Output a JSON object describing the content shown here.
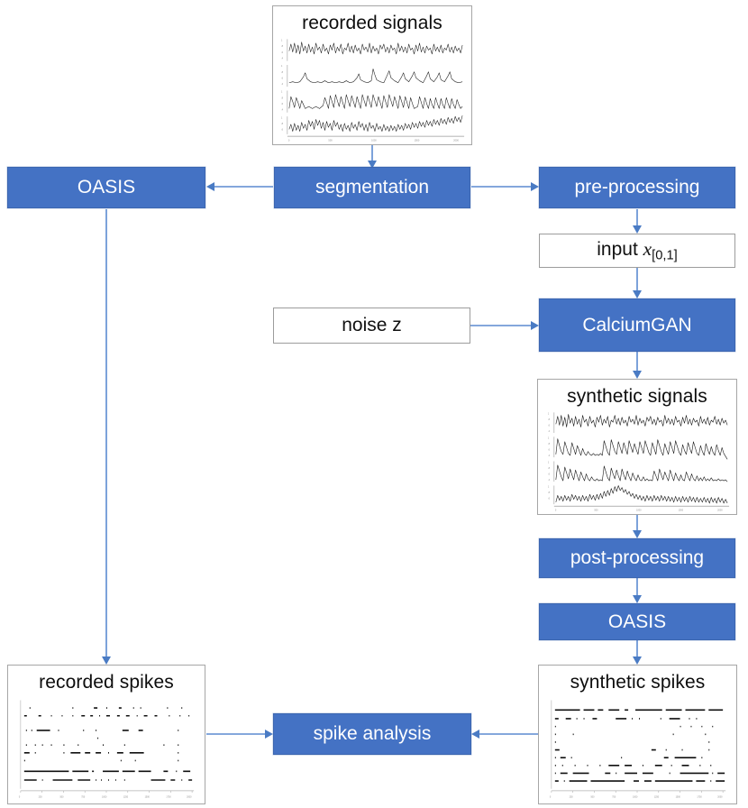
{
  "diagram": {
    "title": "CalciumGAN pipeline flowchart",
    "accent_color": "#4472C4",
    "arrow_color": "#5B8AD1",
    "panel_border_color": "#A6A6A6",
    "plain_border_color": "#9C9C9C"
  },
  "nodes": {
    "recorded_signals": {
      "label": "recorded signals",
      "type": "panel",
      "plot": "calcium-traces"
    },
    "segmentation": {
      "label": "segmentation",
      "type": "filled"
    },
    "oasis_left": {
      "label": "OASIS",
      "type": "filled"
    },
    "pre_processing": {
      "label": "pre-processing",
      "type": "filled"
    },
    "input_x": {
      "label_prefix": "input ",
      "label_var": "x",
      "label_sub": "[0,1]",
      "type": "plain"
    },
    "noise_z": {
      "label": "noise z",
      "type": "plain"
    },
    "calciumgan": {
      "label": "CalciumGAN",
      "type": "filled"
    },
    "synthetic_signals": {
      "label": "synthetic signals",
      "type": "panel",
      "plot": "calcium-traces"
    },
    "post_processing": {
      "label": "post-processing",
      "type": "filled"
    },
    "oasis_right": {
      "label": "OASIS",
      "type": "filled"
    },
    "recorded_spikes": {
      "label": "recorded spikes",
      "type": "panel",
      "plot": "spike-raster"
    },
    "synthetic_spikes": {
      "label": "synthetic spikes",
      "type": "panel",
      "plot": "spike-raster"
    },
    "spike_analysis": {
      "label": "spike analysis",
      "type": "filled"
    }
  },
  "edges": [
    {
      "from": "recorded_signals",
      "to": "segmentation"
    },
    {
      "from": "segmentation",
      "to": "oasis_left"
    },
    {
      "from": "segmentation",
      "to": "pre_processing"
    },
    {
      "from": "pre_processing",
      "to": "input_x"
    },
    {
      "from": "input_x",
      "to": "calciumgan"
    },
    {
      "from": "noise_z",
      "to": "calciumgan"
    },
    {
      "from": "calciumgan",
      "to": "synthetic_signals"
    },
    {
      "from": "synthetic_signals",
      "to": "post_processing"
    },
    {
      "from": "post_processing",
      "to": "oasis_right"
    },
    {
      "from": "oasis_right",
      "to": "synthetic_spikes"
    },
    {
      "from": "oasis_left",
      "to": "recorded_spikes"
    },
    {
      "from": "recorded_spikes",
      "to": "spike_analysis"
    },
    {
      "from": "synthetic_spikes",
      "to": "spike_analysis"
    }
  ]
}
